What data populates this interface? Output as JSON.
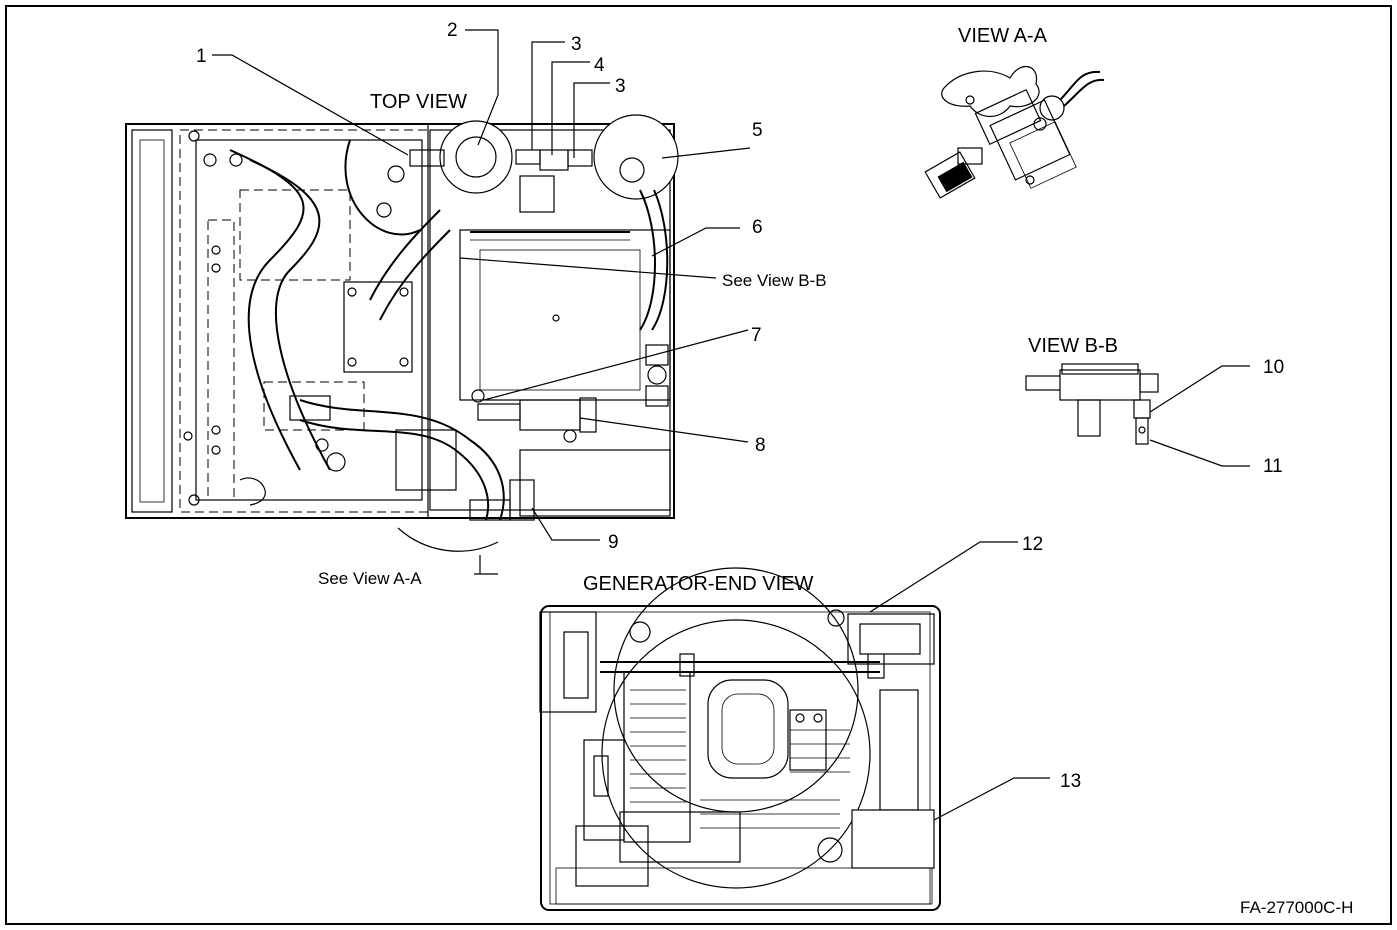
{
  "views": {
    "top": "TOP VIEW",
    "a_a": "VIEW A-A",
    "b_b": "VIEW B-B",
    "gen_end": "GENERATOR-END VIEW"
  },
  "refs": {
    "see_b": "See View B-B",
    "see_a": "See View A-A"
  },
  "callouts": [
    "1",
    "2",
    "3",
    "4",
    "3",
    "5",
    "6",
    "7",
    "8",
    "9",
    "10",
    "11",
    "12",
    "13"
  ],
  "figure_id": "FA-277000C-H"
}
